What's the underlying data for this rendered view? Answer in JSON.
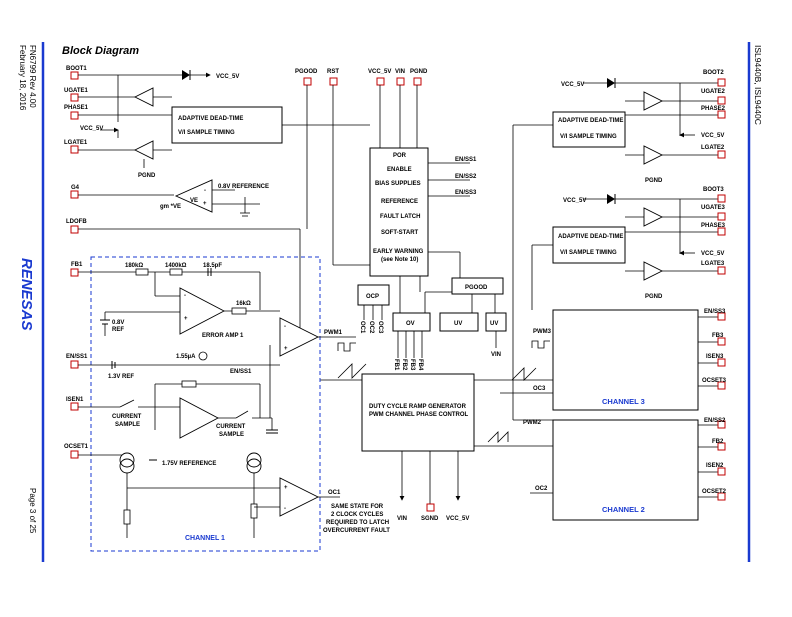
{
  "header": {
    "title": "Block Diagram",
    "left_doc": "FN6799  Rev 4.00",
    "left_date": "February 18, 2016",
    "right_part": "ISL9440B, ISL9440C",
    "page_no": "Page 3 of 25",
    "logo": "RENESAS"
  },
  "left_pins": {
    "boot1": "BOOT1",
    "ugate1": "UGATE1",
    "phase1": "PHASE1",
    "lgate1": "LGATE1",
    "g4": "G4",
    "ldofb": "LDOFB",
    "fb1": "FB1",
    "enss1": "EN/SS1",
    "isen1": "ISEN1",
    "ocset1": "OCSET1"
  },
  "top_pins": {
    "pgood": "PGOOD",
    "rst": "RST",
    "vcc5v": "VCC_5V",
    "vin": "VIN",
    "pgnd": "PGND"
  },
  "right_pins": {
    "boot2": "BOOT2",
    "ugate2": "UGATE2",
    "phase2": "PHASE2",
    "vcc5v_r1": "VCC_5V",
    "lgate2": "LGATE2",
    "boot3": "BOOT3",
    "ugate3": "UGATE3",
    "phase3": "PHASE3",
    "vcc5v_r2": "VCC_5V",
    "lgate3": "LGATE3",
    "enss3": "EN/SS3",
    "fb3": "FB3",
    "isen3": "ISEN3",
    "ocset3": "OCSET3",
    "enss2": "EN/SS2",
    "fb2": "FB2",
    "isen2": "ISEN2",
    "ocset2": "OCSET2"
  },
  "bottom_pins": {
    "vin": "VIN",
    "sgnd": "SGND",
    "vcc5v": "VCC_5V"
  },
  "blocks": {
    "adt_line1": "ADAPTIVE DEAD-TIME",
    "adt_line2": "V/I SAMPLE TIMING",
    "core": [
      "POR",
      "ENABLE",
      "BIAS SUPPLIES",
      "REFERENCE",
      "FAULT LATCH",
      "SOFT-START",
      "EARLY WARNING",
      "(see Note 10)"
    ],
    "ocp": "OCP",
    "pgood": "PGOOD",
    "ov": "OV",
    "uv": "UV",
    "ramp_line1": "DUTY CYCLE RAMP GENERATOR",
    "ramp_line2": "PWM CHANNEL PHASE CONTROL",
    "channel3": "CHANNEL 3",
    "channel2": "CHANNEL 2",
    "channel1": "CHANNEL 1"
  },
  "signals": {
    "vcc5v": "VCC_5V",
    "pgnd": "PGND",
    "v08ref": "0.8V REFERENCE",
    "ve": "VE",
    "gm": "gm *VE",
    "en_ss1": "EN/SS1",
    "en_ss2": "EN/SS2",
    "en_ss3": "EN/SS3",
    "r180": "180kΩ",
    "r1400": "1400kΩ",
    "c185": "18.5pF",
    "r16": "16kΩ",
    "ref08": "0.8V",
    "ref": "REF",
    "err": "ERROR AMP 1",
    "i155": "1.55µA",
    "v13": "1.3V REF",
    "pwm1": "PWM1",
    "pwm2": "PWM2",
    "pwm3": "PWM3",
    "csample": "CURRENT",
    "csample2": "SAMPLE",
    "v175": "1.75V REFERENCE",
    "oc1": "OC1",
    "oc2": "OC2",
    "oc3": "OC3",
    "note1": "SAME STATE FOR",
    "note2": "2 CLOCK CYCLES",
    "note3": "REQUIRED TO LATCH",
    "note4": "OVERCURRENT FAULT",
    "oc_labels": [
      "OC1",
      "OC2",
      "OC3"
    ],
    "fb_labels": [
      "FB1",
      "FB2",
      "FB3",
      "FB4"
    ]
  }
}
